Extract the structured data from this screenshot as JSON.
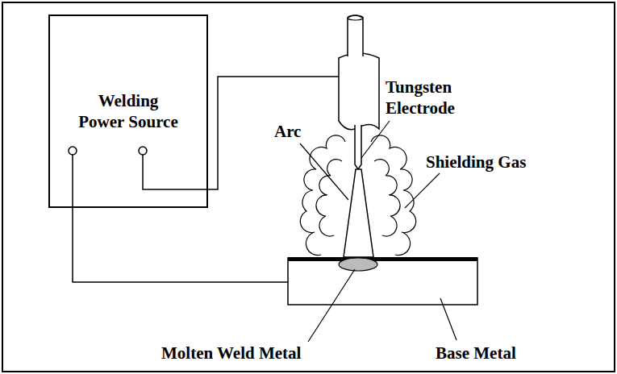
{
  "diagram": {
    "nodes": [
      {
        "text": [
          "Welding Power Source"
        ]
      }
    ],
    "labels": [
      "Tungsten Electrode",
      "Arc",
      "Shielding Gas",
      "Molten Weld Metal",
      "Base Metal"
    ]
  }
}
